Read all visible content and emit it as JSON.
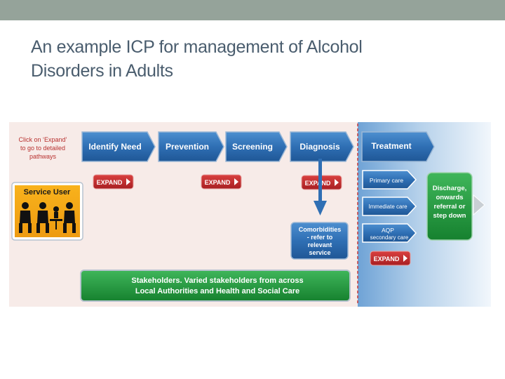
{
  "slide": {
    "title_line1": "An example ICP for management of Alcohol",
    "title_line2": "Disorders in Adults"
  },
  "diagram": {
    "instruction": [
      "Click on ‘Expand’",
      "to go to detailed",
      "pathways"
    ],
    "stages": [
      "Identify Need",
      "Prevention",
      "Screening",
      "Diagnosis"
    ],
    "treatment": "Treatment",
    "service_user": "Service User",
    "expand_label": "EXPAND",
    "care_options": [
      "Primary care",
      "Immediate care",
      "AQP",
      "secondary care"
    ],
    "comorbidities": [
      "Comorbidities",
      "- refer to",
      "relevant",
      "service"
    ],
    "discharge": [
      "Discharge,",
      "onwards",
      "referral or",
      "step down"
    ],
    "stakeholders": [
      "Stakeholders. Varied stakeholders from across",
      "Local Authorities and Health and Social Care"
    ]
  },
  "colors": {
    "blue": "#2f6fb4",
    "green": "#1e9a3c",
    "red_button": "#c0282d",
    "pink_background": "#f7ebe8"
  }
}
